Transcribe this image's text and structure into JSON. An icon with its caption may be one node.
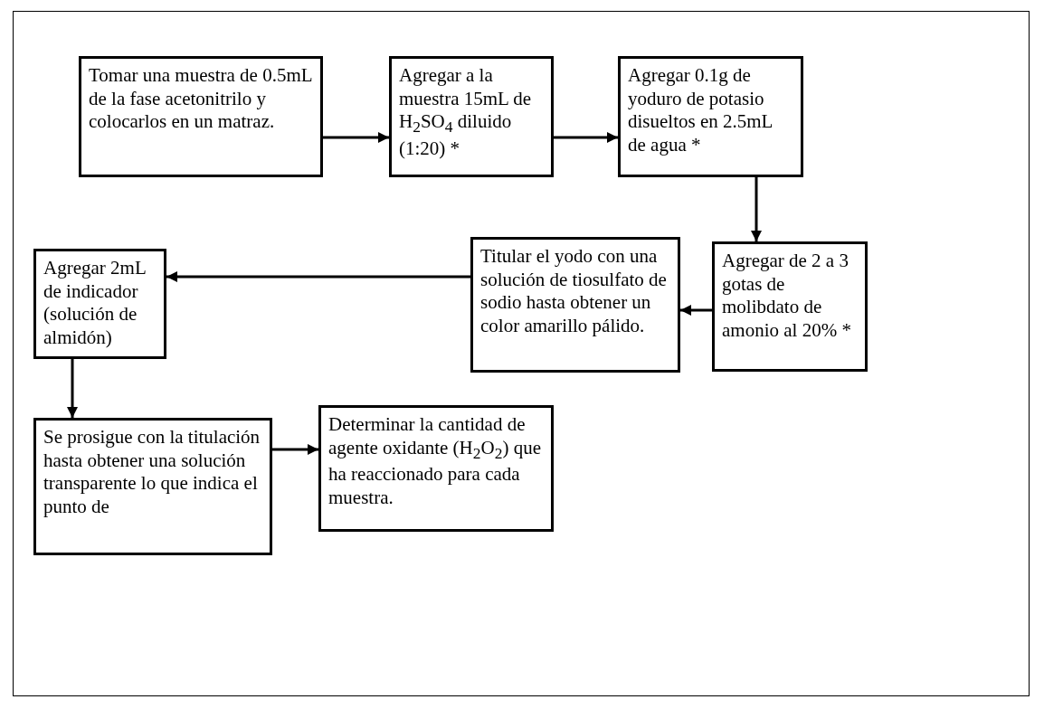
{
  "diagram": {
    "nodes": [
      {
        "text": [
          "Tomar una muestra de 0.5mL de la fase acetonitrilo y colocarlos en un matraz."
        ]
      },
      {
        "text": [
          "Agregar a la muestra 15mL de H$_{2}$SO$_{4}$ diluido (1:20) *"
        ]
      },
      {
        "text": [
          "Agregar 0.1g de yoduro de potasio disueltos en 2.5mL de agua  *"
        ]
      },
      {
        "text": [
          "Agregar de 2  a 3 gotas de molibdato de amonio al 20% *"
        ]
      },
      {
        "text": [
          "Titular el yodo con una solución de tiosulfato de sodio hasta obtener un color amarillo pálido."
        ]
      },
      {
        "text": [
          "Agregar 2mL de indicador (solución de almidón)"
        ]
      },
      {
        "text": [
          "Se prosigue con la titulación hasta obtener una solución transparente lo que indica el punto de"
        ]
      },
      {
        "text": [
          "Determinar la cantidad de agente oxidante (H$_{2}$O$_{2}$) que ha reaccionado para cada muestra."
        ]
      }
    ],
    "edges": [
      {
        "from": 0,
        "to": 1,
        "arrow": "to"
      },
      {
        "from": 1,
        "to": 2,
        "arrow": "to"
      },
      {
        "from": 2,
        "to": 3,
        "arrow": "to"
      },
      {
        "from": 3,
        "to": 4,
        "arrow": "to"
      },
      {
        "from": 4,
        "to": 5,
        "arrow": "to"
      },
      {
        "from": 5,
        "to": 6,
        "arrow": "to"
      },
      {
        "from": 6,
        "to": 7,
        "arrow": "to"
      }
    ]
  }
}
